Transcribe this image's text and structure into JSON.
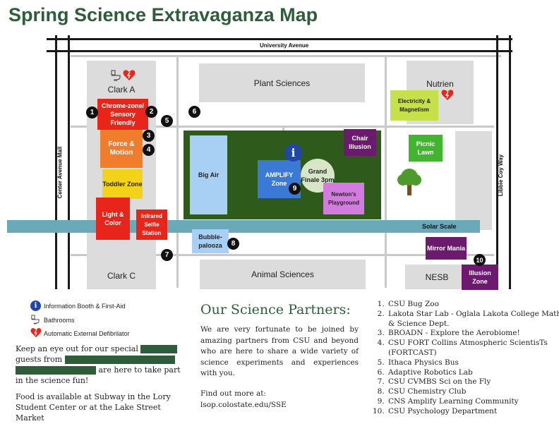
{
  "title": "Spring Science Extravaganza Map",
  "roads": {
    "university": "University Avenue",
    "center": "Center Avenue Mall",
    "libbie": "Libbie Coy Way",
    "solar": "Solar Scale"
  },
  "buildings": {
    "clark_a": "Clark A",
    "plant_sciences": "Plant Sciences",
    "nutrien": "Nutrien",
    "clark_c": "Clark C",
    "animal_sciences": "Animal Sciences",
    "nesb": "NESB"
  },
  "zones": {
    "chrome": "Chrome-zone/ Sensory Friendly",
    "force": "Force & Motion",
    "toddler": "Toddler Zone",
    "light": "Light & Color",
    "infrared": "Infrared Selfie Station",
    "bigair": "Big Air",
    "amplify": "AMPLIFY Zone",
    "finale": "Grand Finale 3pm",
    "newtons": "Newton's Playground",
    "chair": "Chair Illusion",
    "electricity": "Electricity & Magnetism",
    "picnic": "Picnic Lawn",
    "bubble": "Bubble-palooza",
    "mirror": "Mirror Mania",
    "illusion": "Illusion Zone"
  },
  "markers": [
    "1",
    "2",
    "3",
    "4",
    "5",
    "6",
    "7",
    "8",
    "9",
    "10"
  ],
  "legend": {
    "info": "Information Booth  & First-Aid",
    "bathrooms": "Bathrooms",
    "aed": "Automatic External Defibrilator"
  },
  "notes": {
    "special_a": "Keep an eye out for our special",
    "special_b": "guests from",
    "special_c": "are here to take part",
    "special_d": "in the science fun!",
    "food": "Food is available at Subway in the Lory Student Center or at the Lake Street Market"
  },
  "partners": {
    "heading": "Our Science Partners:",
    "body": "We are very fortunate to be joined by amazing partners from CSU and beyond who are here to share a wide variety of science experiments and experiences with you.",
    "more": "Find out more at:",
    "url": "lsop.colostate.edu/SSE",
    "list": [
      "CSU Bug Zoo",
      "Lakota Star Lab - Oglala Lakota College Math & Science Dept.",
      "BROADN - Explore the Aerobiome!",
      "CSU FORT Collins Atmospheric ScientisTs (FORTCAST)",
      "Ithaca Physics Bus",
      "Adaptive Robotics Lab",
      "CSU CVMBS Sci on the Fly",
      "CSU Chemistry Club",
      "CNS Amplify Learning Community",
      "CSU Psychology Department"
    ]
  },
  "colors": {
    "title_green": "#2f5d3a",
    "lawn_green": "#2e5a1c",
    "solar_teal": "#6aa9b8",
    "red_zone": "#e8251b",
    "orange_zone": "#ef7d2c",
    "yellow_zone": "#f3d21a",
    "purple_zone": "#6b1a6e",
    "blue_zone": "#3b79d6"
  }
}
